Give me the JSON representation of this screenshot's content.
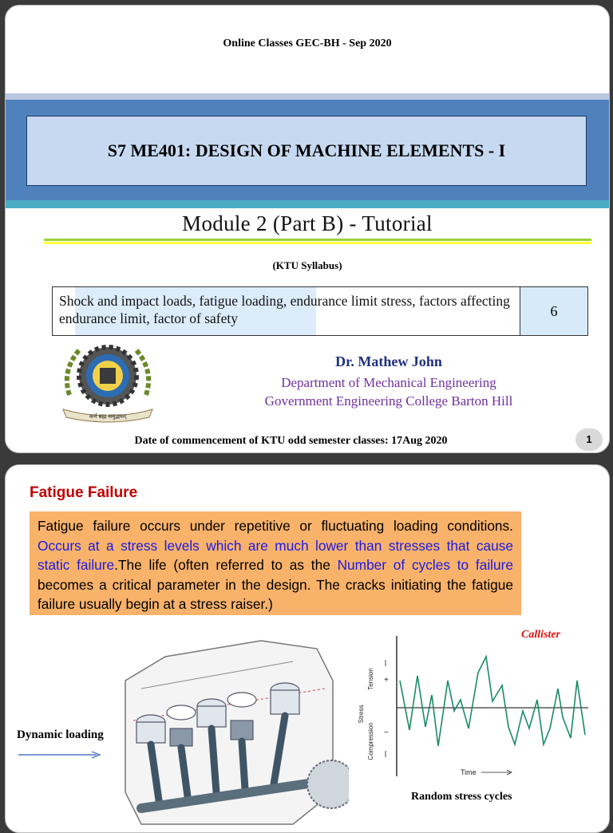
{
  "slide1": {
    "header": "Online Classes GEC-BH - Sep 2020",
    "course_title": "S7  ME401: DESIGN OF MACHINE ELEMENTS - I",
    "module_title": "Module 2  (Part B) - Tutorial",
    "syllabus_label": "(KTU Syllabus)",
    "syllabus_topics": "Shock and impact loads, fatigue loading, endurance limit stress, factors affecting endurance limit, factor of safety",
    "syllabus_hours": "6",
    "author_name": "Dr. Mathew John",
    "author_department": "Department of Mechanical Engineering",
    "author_college": "Government Engineering College Barton Hill",
    "commencement_note": "Date of commencement of KTU odd semester classes: 17Aug 2020",
    "page_number": "1",
    "emblem_text": "कर्म ब्रह्म समुद्भवम्",
    "colors": {
      "band": "#4f81bd",
      "title_box": "#c6d9f1",
      "author_name": "#1f3080",
      "department": "#7030a0"
    }
  },
  "slide2": {
    "title": "Fatigue Failure",
    "paragraph": {
      "part1": "Fatigue failure occurs under repetitive or fluctuating loading conditions. ",
      "part2_blue": "Occurs at a stress levels which are much lower than stresses that cause static failure",
      "part3": ".The life (often referred to as the ",
      "part4_blue": "Number of cycles to failure",
      "part5": " becomes a critical parameter in the design.  The cracks initiating the fatigue failure usually begin at a stress raiser.)"
    },
    "dynamic_loading_label": "Dynamic loading",
    "source_label": "Callister",
    "graph_caption": "Random stress cycles",
    "axis": {
      "y_label": "Stress",
      "tension": "Tension",
      "compression": "Compression",
      "plus": "+",
      "minus": "−",
      "x_label": "Time"
    },
    "colors": {
      "title": "#c00000",
      "box": "#f9b26a",
      "highlight": "#1a1ae6",
      "trace": "#1a8a6a"
    }
  }
}
